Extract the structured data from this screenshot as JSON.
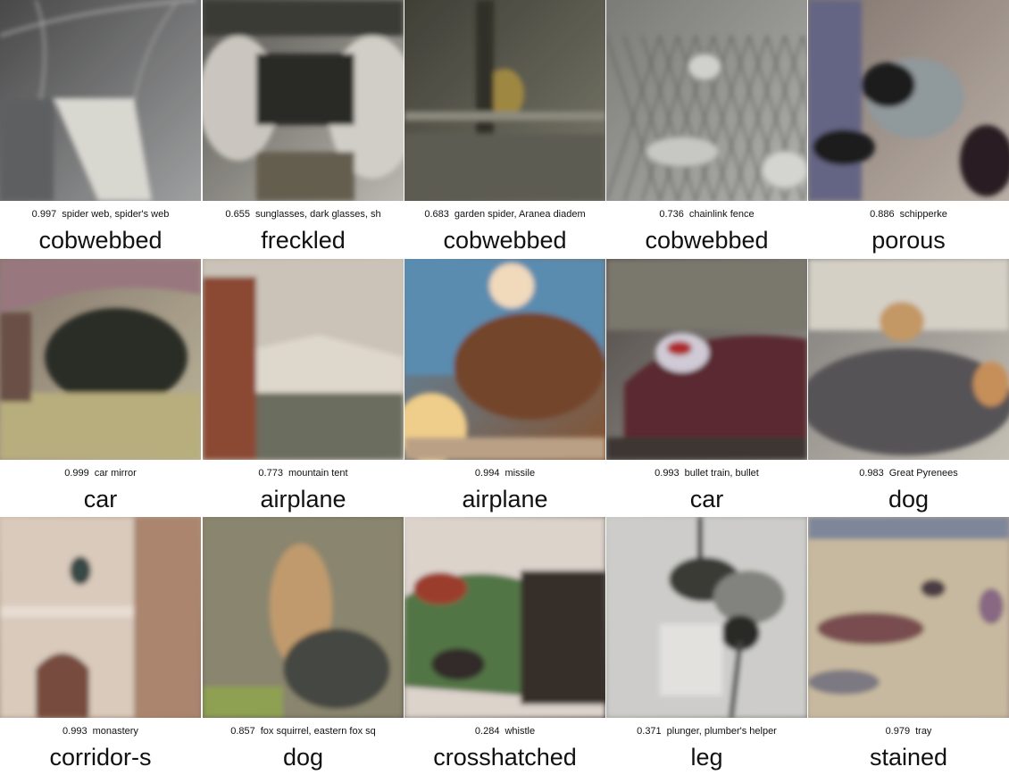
{
  "tiles": [
    {
      "score": "0.997",
      "prediction": "spider web, spider's web",
      "label": "cobwebbed",
      "palette": [
        "#3e3e40",
        "#9b9c9e",
        "#c9c9c4"
      ],
      "motif": "web"
    },
    {
      "score": "0.655",
      "prediction": "sunglasses, dark glasses, sh",
      "label": "freckled",
      "palette": [
        "#5a5953",
        "#c7c4bc",
        "#2a2a28"
      ],
      "motif": "faces"
    },
    {
      "score": "0.683",
      "prediction": "garden spider, Aranea diadem",
      "label": "cobwebbed",
      "palette": [
        "#3a3a36",
        "#77786f",
        "#8f7a3a"
      ],
      "motif": "night"
    },
    {
      "score": "0.736",
      "prediction": "chainlink fence",
      "label": "cobwebbed",
      "palette": [
        "#7f7f7b",
        "#bbbbb6",
        "#4f4f4b"
      ],
      "motif": "fence"
    },
    {
      "score": "0.886",
      "prediction": "schipperke",
      "label": "porous",
      "palette": [
        "#8a7d76",
        "#c7bbb1",
        "#2a2428"
      ],
      "motif": "couch"
    },
    {
      "score": "0.999",
      "prediction": "car mirror",
      "label": "car",
      "palette": [
        "#8c7e72",
        "#c9c2a6",
        "#2f2a2a"
      ],
      "motif": "mirror"
    },
    {
      "score": "0.773",
      "prediction": "mountain tent",
      "label": "airplane",
      "palette": [
        "#b9b5a9",
        "#d8d5c9",
        "#7f4a36"
      ],
      "motif": "tent"
    },
    {
      "score": "0.994",
      "prediction": "missile",
      "label": "airplane",
      "palette": [
        "#4f86b0",
        "#7b4a2a",
        "#e7c08a"
      ],
      "motif": "missile"
    },
    {
      "score": "0.993",
      "prediction": "bullet train, bullet",
      "label": "car",
      "palette": [
        "#4e4d49",
        "#9fa19b",
        "#6a2a2a"
      ],
      "motif": "train"
    },
    {
      "score": "0.983",
      "prediction": "Great Pyrenees",
      "label": "dog",
      "palette": [
        "#7b7b7e",
        "#c6c4bc",
        "#b78b5b"
      ],
      "motif": "dog"
    },
    {
      "score": "0.993",
      "prediction": "monastery",
      "label": "corridor-s",
      "palette": [
        "#c9b6a6",
        "#8c6a58",
        "#e2d7cc"
      ],
      "motif": "arch"
    },
    {
      "score": "0.857",
      "prediction": "fox squirrel, eastern fox sq",
      "label": "dog",
      "palette": [
        "#7c7a66",
        "#4a4a44",
        "#c1a27c"
      ],
      "motif": "squirrel"
    },
    {
      "score": "0.284",
      "prediction": "whistle",
      "label": "crosshatched",
      "palette": [
        "#dcd9d3",
        "#2e2e2b",
        "#9b3d2c"
      ],
      "motif": "whistle"
    },
    {
      "score": "0.371",
      "prediction": "plunger, plumber's helper",
      "label": "leg",
      "palette": [
        "#d2d1cf",
        "#7a7a76",
        "#2b2b28"
      ],
      "motif": "plunger"
    },
    {
      "score": "0.979",
      "prediction": "tray",
      "label": "stained",
      "palette": [
        "#c8bba0",
        "#a48b8f",
        "#6f5e5e"
      ],
      "motif": "tray"
    }
  ]
}
